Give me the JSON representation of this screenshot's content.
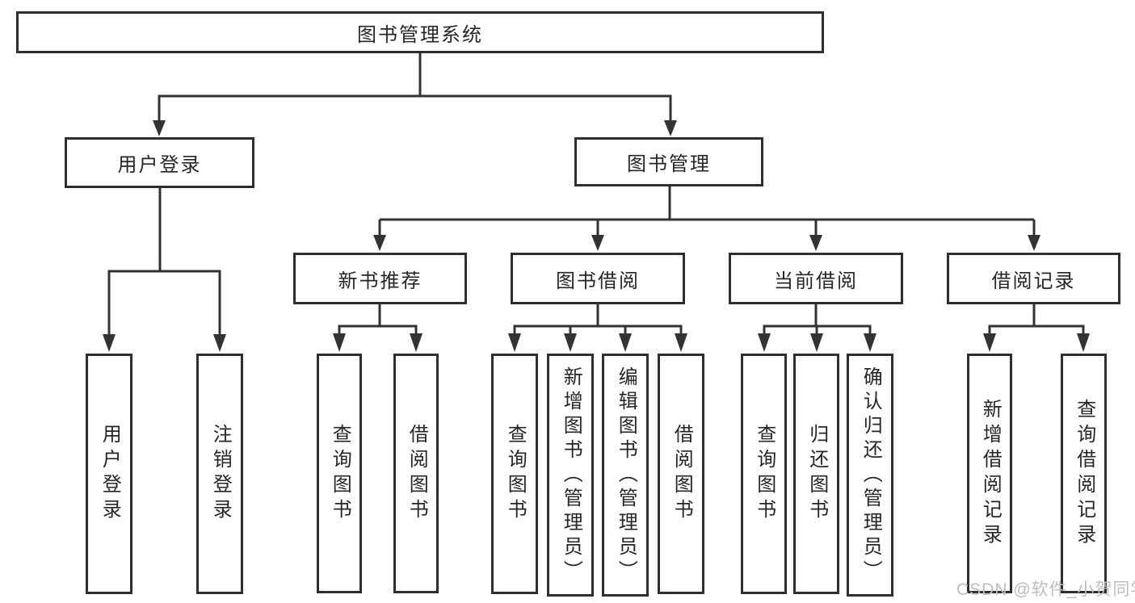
{
  "diagram": {
    "type": "hierarchy-tree",
    "orientation": "top-down",
    "colors": {
      "background": "#ffffff",
      "box_fill": "#ffffff",
      "box_border": "#2e2e2e",
      "line": "#333333",
      "text": "#262626",
      "watermark": "#bdbdbd"
    }
  },
  "tree": {
    "label": "图书管理系统",
    "children": [
      {
        "label": "用户登录",
        "children": [
          {
            "label": "用户登录"
          },
          {
            "label": "注销登录"
          }
        ]
      },
      {
        "label": "图书管理",
        "children": [
          {
            "label": "新书推荐",
            "children": [
              {
                "label": "查询图书"
              },
              {
                "label": "借阅图书"
              }
            ]
          },
          {
            "label": "图书借阅",
            "children": [
              {
                "label": "查询图书"
              },
              {
                "label": "新增图书（管理员）"
              },
              {
                "label": "编辑图书（管理员）"
              },
              {
                "label": "借阅图书"
              }
            ]
          },
          {
            "label": "当前借阅",
            "children": [
              {
                "label": "查询图书"
              },
              {
                "label": "归还图书"
              },
              {
                "label": "确认归还（管理员）"
              }
            ]
          },
          {
            "label": "借阅记录",
            "children": [
              {
                "label": "新增借阅记录"
              },
              {
                "label": "查询借阅记录"
              }
            ]
          }
        ]
      }
    ]
  },
  "watermark": {
    "text": "CSDN @软件_小贺同学"
  }
}
